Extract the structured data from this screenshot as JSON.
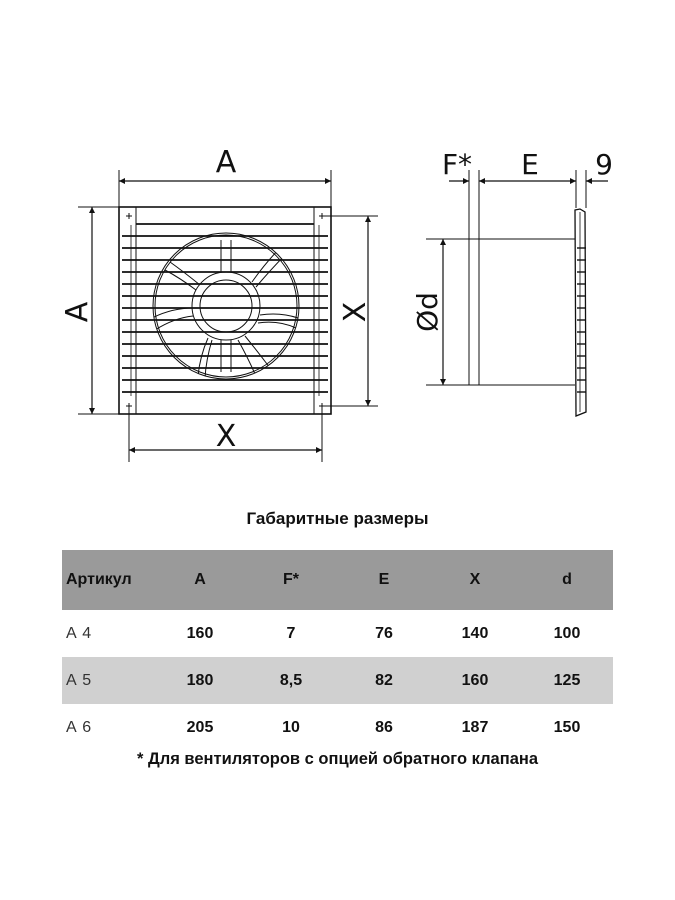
{
  "drawing": {
    "front_view": {
      "labels": {
        "top_width": "A",
        "left_height": "A",
        "right_height": "X",
        "bottom_width": "X"
      }
    },
    "side_view": {
      "labels": {
        "f": "F*",
        "e": "E",
        "grill_depth": "9",
        "diameter": "Ød"
      }
    }
  },
  "table": {
    "title": "Габаритные размеры",
    "columns": [
      "Артикул",
      "A",
      "F*",
      "E",
      "X",
      "d"
    ],
    "rows": [
      {
        "article": "A 4",
        "A": "160",
        "F": "7",
        "E": "76",
        "X": "140",
        "d": "100"
      },
      {
        "article": "A 5",
        "A": "180",
        "F": "8,5",
        "E": "82",
        "X": "160",
        "d": "125"
      },
      {
        "article": "A 6",
        "A": "205",
        "F": "10",
        "E": "86",
        "X": "187",
        "d": "150"
      }
    ],
    "footnote": "* Для вентиляторов с опцией обратного клапана"
  },
  "colors": {
    "header_band": "#9a9a9a",
    "shaded_row": "#d0d0d0",
    "line": "#111111"
  }
}
